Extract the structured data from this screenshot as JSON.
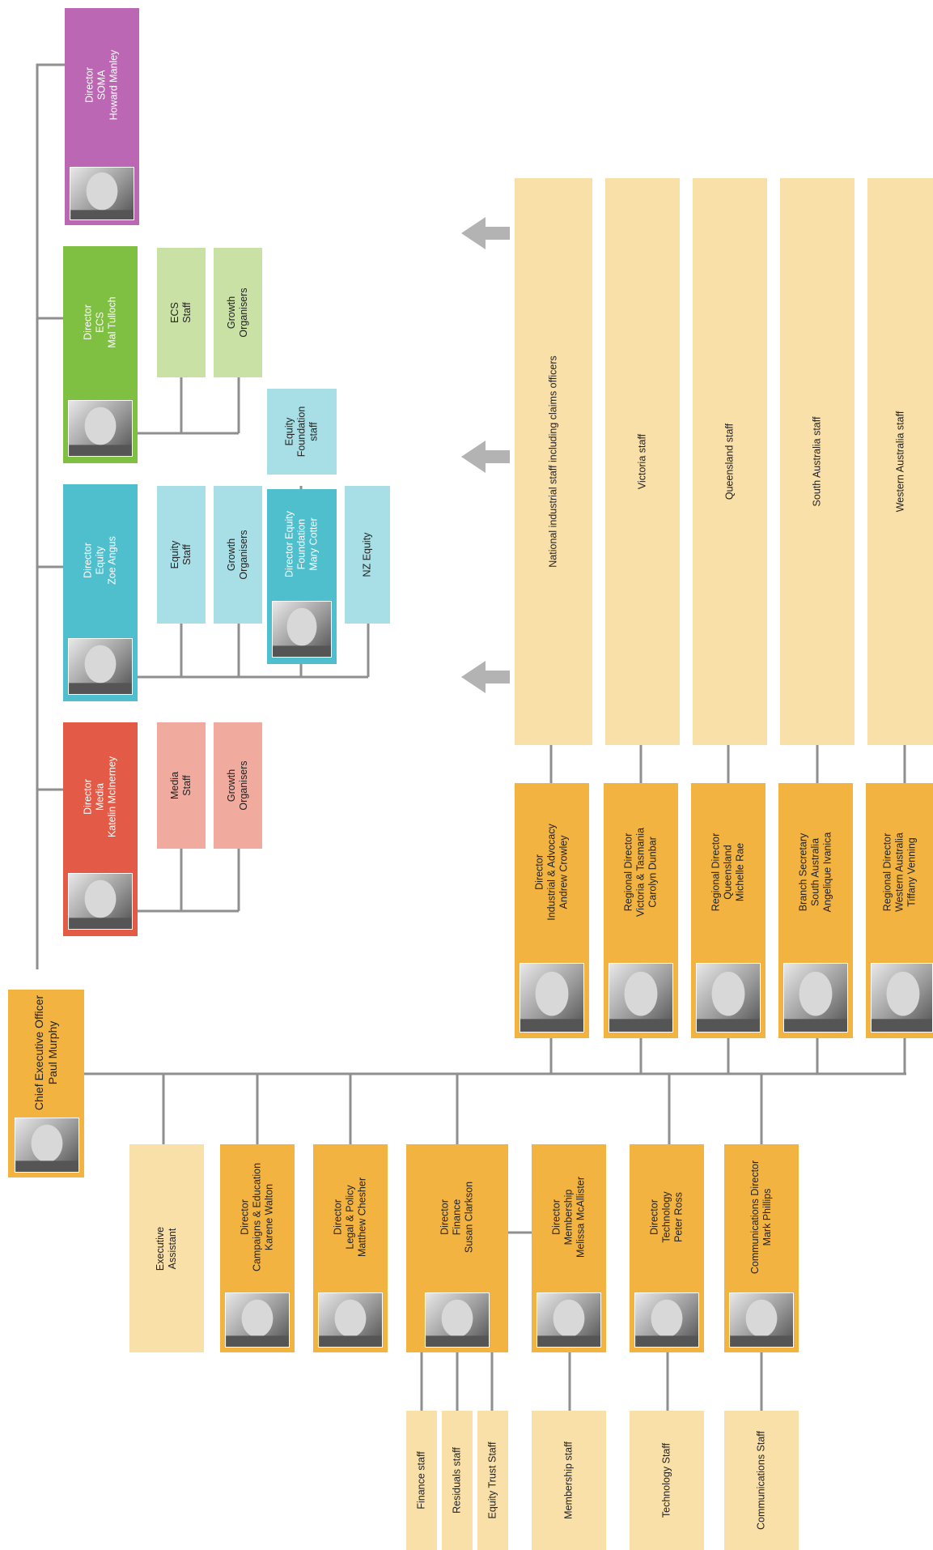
{
  "ceo": {
    "text": "Chief Executive Officer\nPaul Murphy"
  },
  "top_directors": [
    {
      "key": "soma",
      "text": "Director\nSOMA\nHoward Manley"
    },
    {
      "key": "ecs",
      "text": "Director\nECS\nMal Tulloch"
    },
    {
      "key": "equity",
      "text": "Director\nEquity\nZoe Angus"
    },
    {
      "key": "media",
      "text": "Director\nMedia\nKatelin McInerney"
    },
    {
      "key": "foundation",
      "text": "Director Equity\nFoundation\nMary Cotter"
    }
  ],
  "top_staff": [
    {
      "key": "ecs-staff",
      "text": "ECS\nStaff"
    },
    {
      "key": "ecs-growth",
      "text": "Growth\nOrganisers"
    },
    {
      "key": "equity-foundation-staff",
      "text": "Equity\nFoundation\nstaff"
    },
    {
      "key": "equity-staff",
      "text": "Equity\nStaff"
    },
    {
      "key": "equity-growth",
      "text": "Growth\nOrganisers"
    },
    {
      "key": "nz-equity",
      "text": "NZ Equity"
    },
    {
      "key": "media-staff",
      "text": "Media\nStaff"
    },
    {
      "key": "media-growth",
      "text": "Growth\nOrganisers"
    }
  ],
  "regional_directors": [
    {
      "key": "industrial",
      "text": "Director\nIndustrial & Advocacy\nAndrew Crowley"
    },
    {
      "key": "vic-tas",
      "text": "Regional Director\nVictoria & Tasmania\nCarolyn Dunbar"
    },
    {
      "key": "qld",
      "text": "Regional Director\nQueensland\nMichelle Rae"
    },
    {
      "key": "sa",
      "text": "Branch Secretary\nSouth Australia\nAngelique Ivanica"
    },
    {
      "key": "wa",
      "text": "Regional Director\nWestern Australia\nTiffany Venning"
    }
  ],
  "regional_staff": [
    {
      "key": "industrial",
      "text": "National industrial staff including claims officers"
    },
    {
      "key": "vic",
      "text": "Victoria staff"
    },
    {
      "key": "qld",
      "text": "Queensland staff"
    },
    {
      "key": "sa",
      "text": "South Australia staff"
    },
    {
      "key": "wa",
      "text": "Western Australia staff"
    }
  ],
  "lower_directors": [
    {
      "key": "exec-assistant",
      "text": "Executive\nAssistant"
    },
    {
      "key": "campaigns",
      "text": "Director\nCampaigns & Education\nKarene Walton"
    },
    {
      "key": "legal",
      "text": "Director\nLegal & Policy\nMatthew Chesher"
    },
    {
      "key": "finance",
      "text": "Director\nFinance\nSusan Clarkson"
    },
    {
      "key": "membership",
      "text": "Director\nMembership\nMelissa McAllister"
    },
    {
      "key": "technology",
      "text": "Director\nTechnology\nPeter Ross"
    },
    {
      "key": "communications",
      "text": "Communications Director\nMark Phillips"
    }
  ],
  "lower_staff": [
    {
      "key": "finance-staff",
      "text": "Finance staff"
    },
    {
      "key": "residuals-staff",
      "text": "Residuals staff"
    },
    {
      "key": "equity-trust-staff",
      "text": "Equity Trust Staff"
    },
    {
      "key": "membership-staff",
      "text": "Membership staff"
    },
    {
      "key": "technology-staff",
      "text": "Technology Staff"
    },
    {
      "key": "communications-staff",
      "text": "Communications Staff"
    }
  ],
  "colors": {
    "gold": "#f2b340",
    "cream": "#f9dfa8",
    "soma": "#bc67b4",
    "ecs": "#7fbf42",
    "ecs_light": "#c9e1a5",
    "equity": "#4fbfcd",
    "equity_light": "#a8dee6",
    "media": "#e35a46",
    "media_light": "#f0aa9e",
    "connector": "#8f8f8f",
    "arrow": "#b3b3b3"
  },
  "icons": [
    "portrait-photo",
    "left-arrow-icon"
  ]
}
